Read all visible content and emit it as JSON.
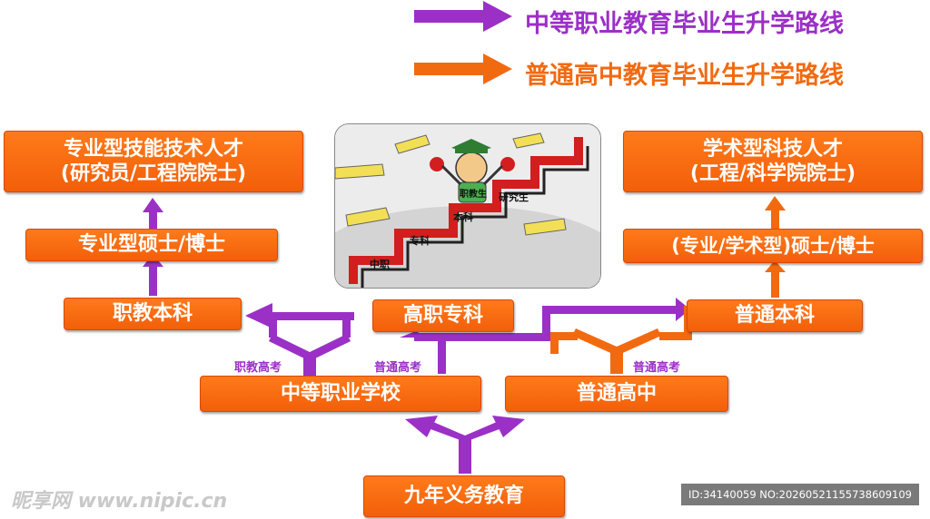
{
  "legend": [
    {
      "label": "中等职业教育毕业生升学路线",
      "color": "#9b30c7"
    },
    {
      "label": "普通高中教育毕业生升学路线",
      "color": "#f26a10"
    }
  ],
  "boxes": {
    "left_top_line1": "专业型技能技术人才",
    "left_top_line2": "(研究员/工程院院士)",
    "left_master": "专业型硕士/博士",
    "left_bachelor": "职教本科",
    "center_college": "高职专科",
    "right_top_line1": "学术型科技人才",
    "right_top_line2": "(工程/科学院院士)",
    "right_master": "(专业/学术型)硕士/博士",
    "right_bachelor": "普通本科",
    "secondary_vocational": "中等职业学校",
    "high_school": "普通高中",
    "compulsory": "九年义务教育"
  },
  "route_labels": {
    "vocational_exam": "职教高考",
    "general_exam_left": "普通高考",
    "general_exam_right": "普通高考"
  },
  "illustration": {
    "caption_zhongzhi": "中职",
    "caption_zhuanke": "专科",
    "caption_benke": "本科",
    "caption_yanjiusheng": "研究生",
    "caption_zhijiaosheng": "职教生"
  },
  "footer": {
    "watermark": "昵享网 www.nipic.cn",
    "id_text": "ID:34140059 NO:20260521155738609109"
  }
}
